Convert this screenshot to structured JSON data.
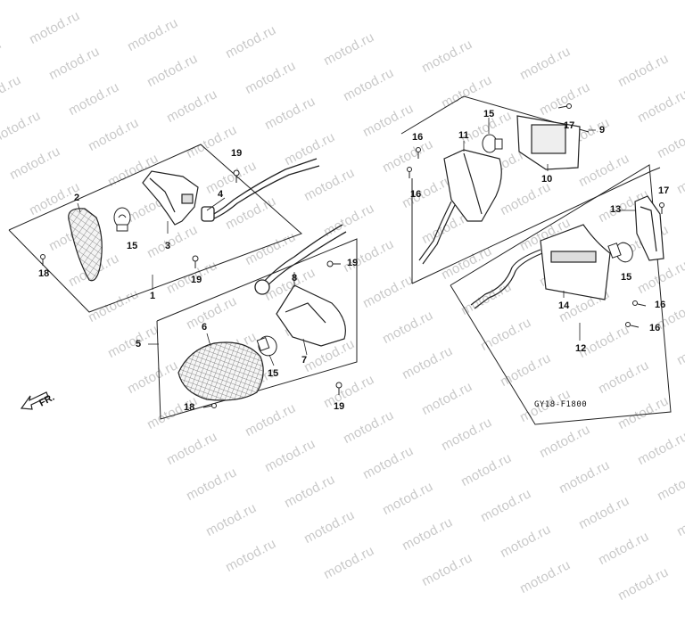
{
  "watermark": "motod.ru",
  "diagram_code": "GY18-F1800",
  "front_marker": "FR.",
  "callouts": {
    "c1": "1",
    "c2": "2",
    "c3": "3",
    "c4": "4",
    "c5": "5",
    "c6": "6",
    "c7": "7",
    "c8": "8",
    "c9": "9",
    "c10": "10",
    "c11": "11",
    "c12": "12",
    "c13": "13",
    "c14": "14",
    "c15a": "15",
    "c15b": "15",
    "c15c": "15",
    "c15d": "15",
    "c16a": "16",
    "c16b": "16",
    "c16c": "16",
    "c16d": "16",
    "c17a": "17",
    "c17b": "17",
    "c18a": "18",
    "c18b": "18",
    "c19a": "19",
    "c19b": "19",
    "c19c": "19",
    "c19d": "19"
  }
}
